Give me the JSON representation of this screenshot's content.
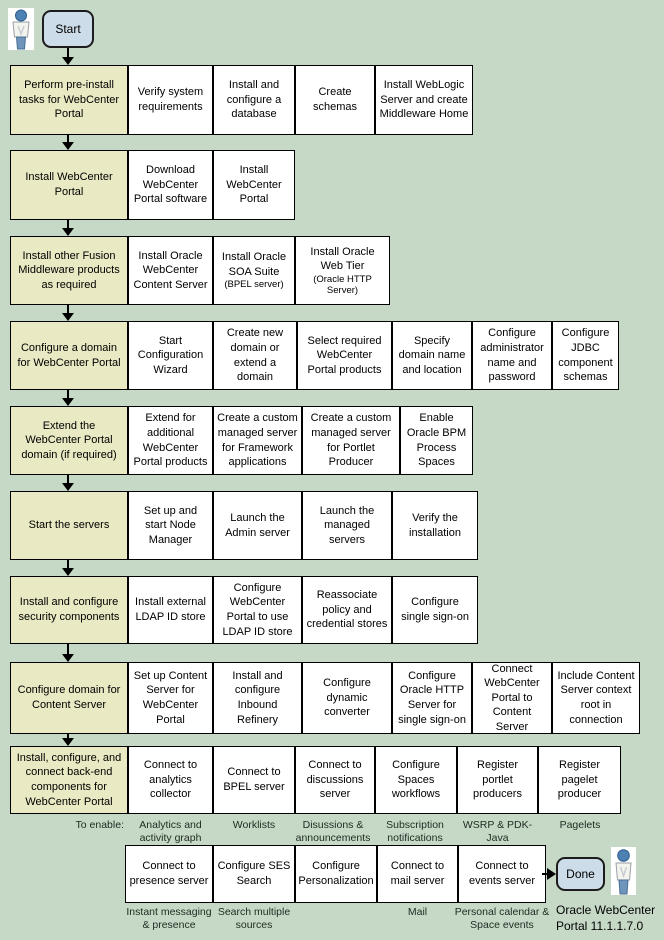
{
  "colors": {
    "background": "#c6d9c6",
    "main_box": "#e9e9c3",
    "step_box": "#ffffff",
    "terminal_fill": "#ccdce8",
    "border": "#000000"
  },
  "flow": {
    "start_label": "Start",
    "done_label": "Done",
    "caption": "Oracle WebCenter Portal 11.1.1.7.0",
    "to_enable_heading": "To enable:",
    "rows": [
      {
        "main": "Perform pre-install tasks for WebCenter Portal",
        "steps": [
          {
            "label": "Verify system requirements"
          },
          {
            "label": "Install and configure a database"
          },
          {
            "label": "Create schemas"
          },
          {
            "label": "Install WebLogic Server and create Middleware Home"
          }
        ]
      },
      {
        "main": "Install WebCenter Portal",
        "steps": [
          {
            "label": "Download WebCenter Portal software"
          },
          {
            "label": "Install WebCenter Portal"
          }
        ]
      },
      {
        "main": "Install other Fusion Middleware products as required",
        "steps": [
          {
            "label": "Install Oracle WebCenter Content Server"
          },
          {
            "label": "Install Oracle SOA Suite",
            "sub": "(BPEL server)"
          },
          {
            "label": "Install Oracle Web Tier",
            "sub": "(Oracle HTTP Server)"
          }
        ]
      },
      {
        "main": "Configure a domain for WebCenter Portal",
        "steps": [
          {
            "label": "Start Configuration Wizard"
          },
          {
            "label": "Create new domain or extend a domain"
          },
          {
            "label": "Select required WebCenter Portal products"
          },
          {
            "label": "Specify domain name and location"
          },
          {
            "label": "Configure administrator name and password"
          },
          {
            "label": "Configure JDBC component schemas"
          }
        ]
      },
      {
        "main": "Extend the WebCenter Portal domain (if required)",
        "steps": [
          {
            "label": "Extend for additional WebCenter Portal products"
          },
          {
            "label": "Create a custom managed server for Framework applications"
          },
          {
            "label": "Create a custom managed server for Portlet Producer"
          },
          {
            "label": "Enable Oracle BPM Process Spaces"
          }
        ]
      },
      {
        "main": "Start the servers",
        "steps": [
          {
            "label": "Set up and start Node Manager"
          },
          {
            "label": "Launch the Admin server"
          },
          {
            "label": "Launch the managed servers"
          },
          {
            "label": "Verify the installation"
          }
        ]
      },
      {
        "main": "Install and configure security components",
        "steps": [
          {
            "label": "Install external LDAP ID store"
          },
          {
            "label": "Configure WebCenter Portal to use LDAP ID store"
          },
          {
            "label": "Reassociate policy and credential stores"
          },
          {
            "label": "Configure single sign-on"
          }
        ]
      },
      {
        "main": "Configure domain for Content Server",
        "steps": [
          {
            "label": "Set up Content Server for WebCenter Portal"
          },
          {
            "label": "Install and configure Inbound Refinery"
          },
          {
            "label": "Configure dynamic converter"
          },
          {
            "label": "Configure Oracle HTTP Server for single sign-on"
          },
          {
            "label": "Connect WebCenter Portal to Content Server"
          },
          {
            "label": "Include Content Server context root in connection"
          }
        ]
      },
      {
        "main": "Install, configure, and connect back-end components for WebCenter Portal",
        "steps": [
          {
            "label": "Connect to analytics collector"
          },
          {
            "label": "Connect to BPEL server"
          },
          {
            "label": "Connect to discussions server"
          },
          {
            "label": "Configure Spaces workflows"
          },
          {
            "label": "Register portlet producers"
          },
          {
            "label": "Register pagelet producer"
          }
        ]
      },
      {
        "main": null,
        "steps": [
          {
            "label": "Connect to presence server"
          },
          {
            "label": "Configure SES Search"
          },
          {
            "label": "Configure Personalization"
          },
          {
            "label": "Connect to mail server"
          },
          {
            "label": "Connect to events server"
          }
        ]
      }
    ],
    "enable_row1": [
      "Analytics and activity graph",
      "Worklists",
      "Disussions & announcements",
      "Subscription notifications",
      "WSRP & PDK-Java",
      "Pagelets"
    ],
    "enable_row2": [
      "Instant messaging & presence",
      "Search multiple sources",
      "",
      "Mail",
      "Personal calendar & Space events"
    ]
  }
}
